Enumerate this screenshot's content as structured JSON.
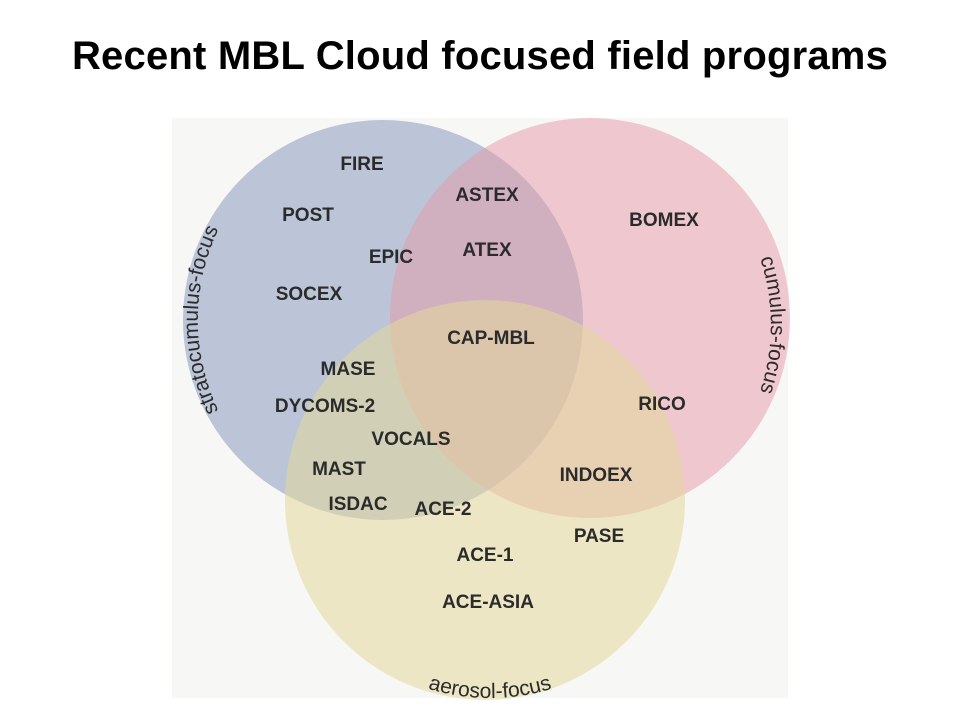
{
  "title": "Recent MBL Cloud focused field programs",
  "colors": {
    "stratocumulus": "#7f94b9",
    "cumulus": "#e69aa8",
    "aerosol": "#e3d89c",
    "text": "#2b2b2b"
  },
  "sets": {
    "stratocumulus": "stratocumulus-focus",
    "cumulus": "cumulus-focus",
    "aerosol": "aerosol-focus"
  },
  "programs": {
    "fire": "FIRE",
    "post": "POST",
    "epic": "EPIC",
    "socex": "SOCEX",
    "astex": "ASTEX",
    "atex": "ATEX",
    "bomex": "BOMEX",
    "cap_mbl": "CAP-MBL",
    "mase": "MASE",
    "dycoms2": "DYCOMS-2",
    "vocals": "VOCALS",
    "mast": "MAST",
    "isdac": "ISDAC",
    "rico": "RICO",
    "indoex": "INDOEX",
    "ace2": "ACE-2",
    "pase": "PASE",
    "ace1": "ACE-1",
    "ace_asia": "ACE-ASIA"
  }
}
